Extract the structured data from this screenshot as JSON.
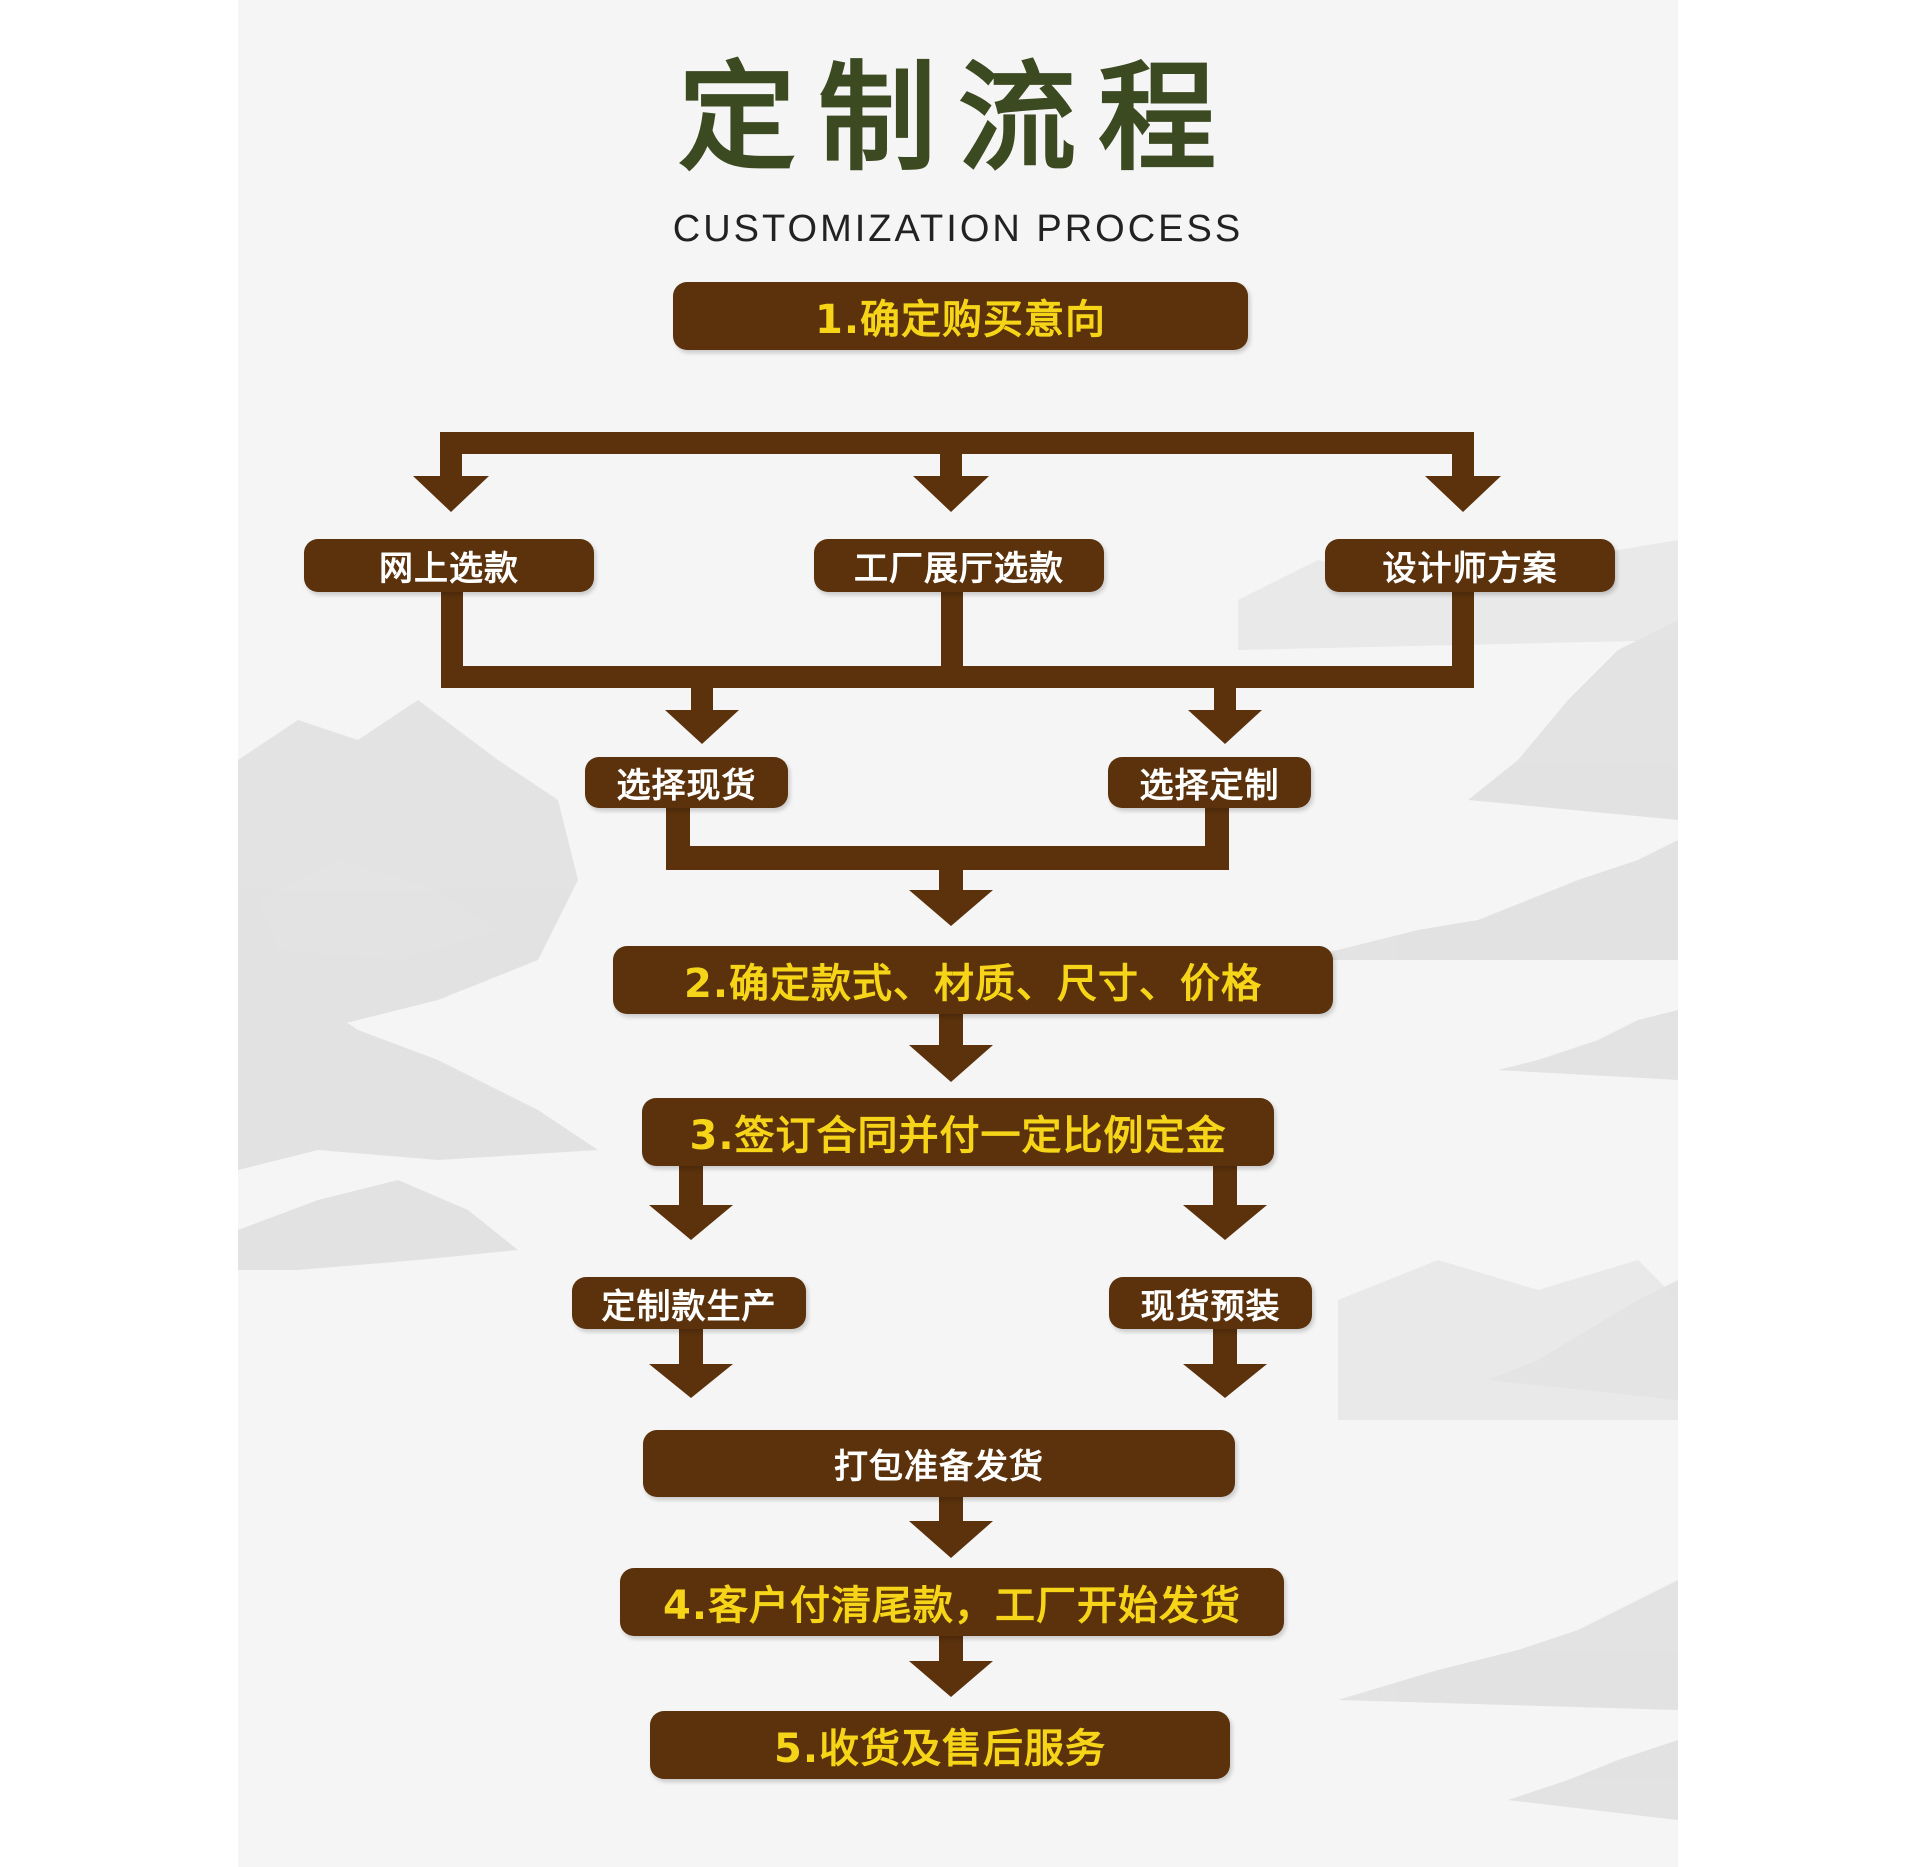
{
  "header": {
    "title": "定制流程",
    "subtitle": "CUSTOMIZATION PROCESS"
  },
  "steps": {
    "step1": "1.确定购买意向",
    "online": "网上选款",
    "showroom": "工厂展厅选款",
    "designer": "设计师方案",
    "in_stock": "选择现货",
    "custom": "选择定制",
    "step2": "2.确定款式、材质、尺寸、价格",
    "step3": "3.签订合同并付一定比例定金",
    "custom_production": "定制款生产",
    "stock_preinstall": "现货预装",
    "packing": "打包准备发货",
    "step4": "4.客户付清尾款，工厂开始发货",
    "step5": "5.收货及售后服务"
  },
  "colors": {
    "box_fill": "#5b320c",
    "major_text": "#f6d518",
    "minor_text": "#ffffff",
    "title": "#3c4a22",
    "background": "#f5f5f5"
  }
}
